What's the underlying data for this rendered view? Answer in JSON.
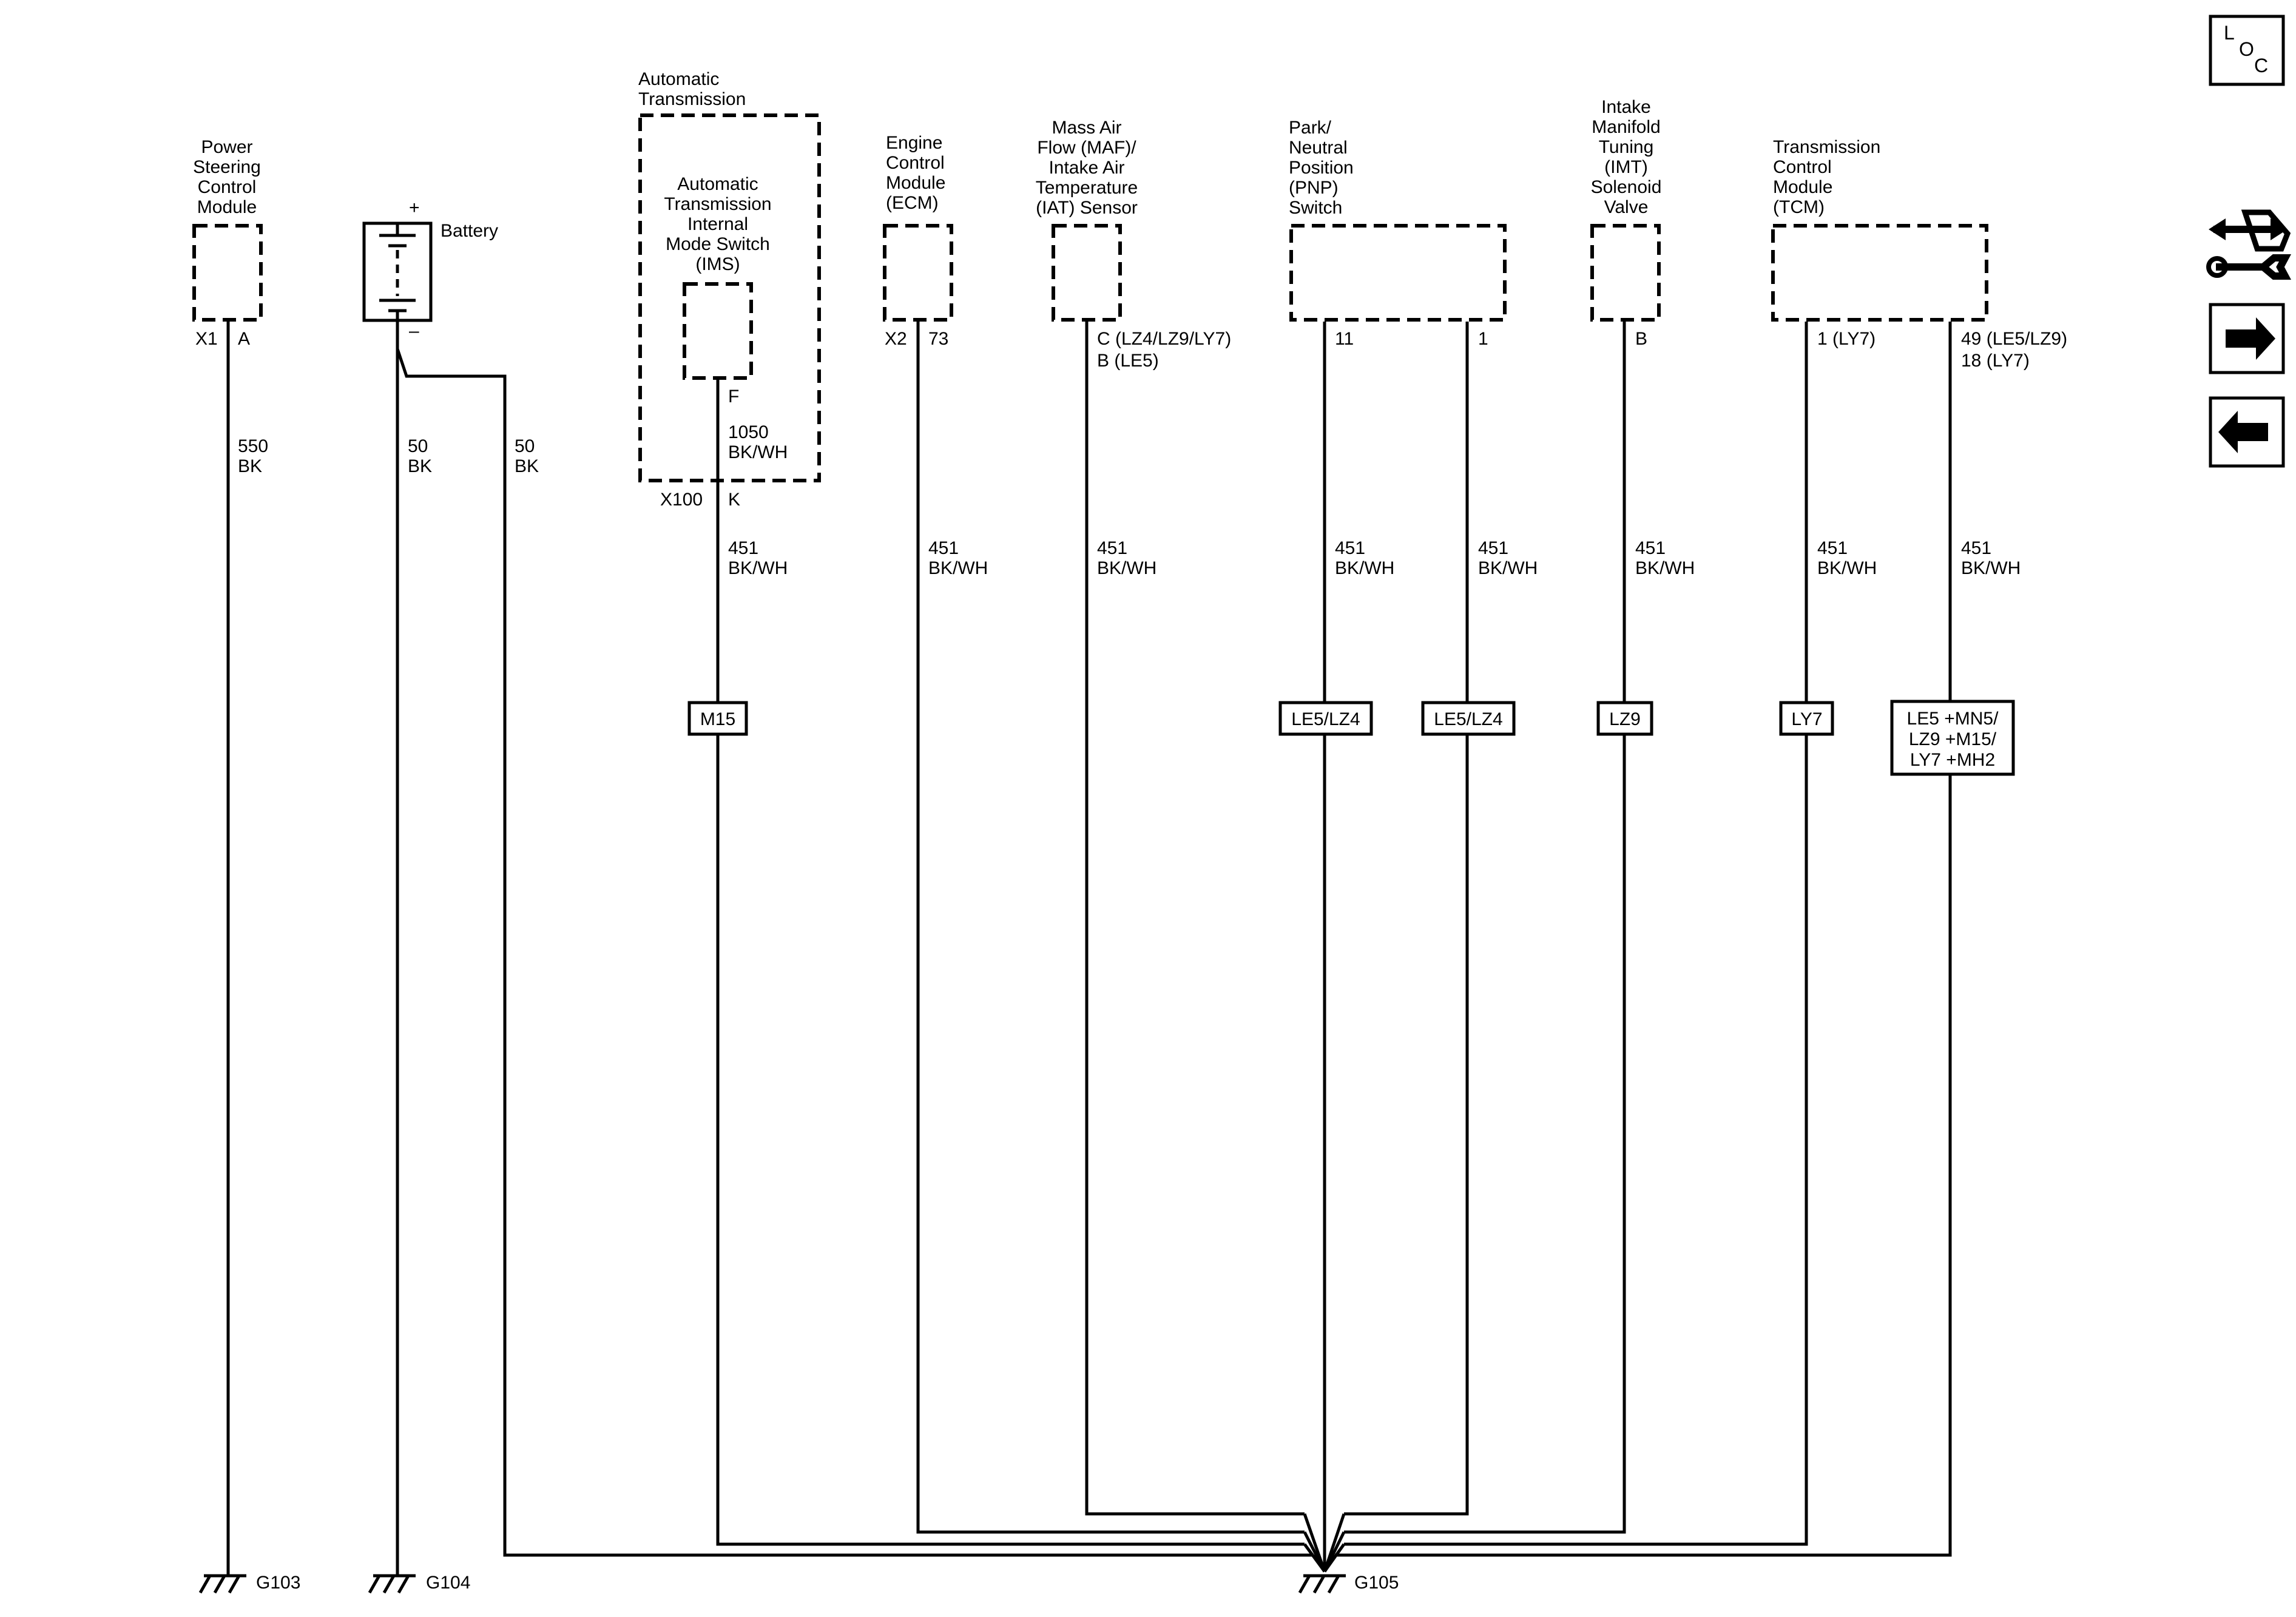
{
  "components": {
    "psc": {
      "name": [
        "Power",
        "Steering",
        "Control",
        "Module"
      ],
      "connector": "X1",
      "pin": "A",
      "wire": [
        "550",
        "BK"
      ]
    },
    "battery": {
      "name": "Battery",
      "plus": "+",
      "minus": "–",
      "wire1": [
        "50",
        "BK"
      ],
      "wire2": [
        "50",
        "BK"
      ]
    },
    "at": {
      "outer": [
        "Automatic",
        "Transmission"
      ],
      "inner": [
        "Automatic",
        "Transmission",
        "Internal",
        "Mode Switch",
        "(IMS)"
      ],
      "pin_f": "F",
      "inner_wire": [
        "1050",
        "BK/WH"
      ],
      "connector": "X100",
      "pin_k": "K",
      "wire": [
        "451",
        "BK/WH"
      ],
      "tag": [
        "M15"
      ]
    },
    "ecm": {
      "name": [
        "Engine",
        "Control",
        "Module",
        "(ECM)"
      ],
      "connector": "X2",
      "pin": "73",
      "wire": [
        "451",
        "BK/WH"
      ]
    },
    "maf": {
      "name": [
        "Mass Air",
        "Flow (MAF)/",
        "Intake Air",
        "Temperature",
        "(IAT) Sensor"
      ],
      "pin": [
        "C (LZ4/LZ9/LY7)",
        "B (LE5)"
      ],
      "wire": [
        "451",
        "BK/WH"
      ]
    },
    "pnp": {
      "name": [
        "Park/",
        "Neutral",
        "Position",
        "(PNP)",
        "Switch"
      ],
      "pin1": "11",
      "pin2": "1",
      "wire1": [
        "451",
        "BK/WH"
      ],
      "wire2": [
        "451",
        "BK/WH"
      ],
      "tag1": [
        "LE5/LZ4"
      ],
      "tag2": [
        "LE5/LZ4"
      ]
    },
    "imt": {
      "name": [
        "Intake",
        "Manifold",
        "Tuning",
        "(IMT)",
        "Solenoid",
        "Valve"
      ],
      "pin": "B",
      "wire": [
        "451",
        "BK/WH"
      ],
      "tag": [
        "LZ9"
      ]
    },
    "tcm": {
      "name": [
        "Transmission",
        "Control",
        "Module",
        "(TCM)"
      ],
      "pin1": "1 (LY7)",
      "pin2": [
        "49 (LE5/LZ9)",
        "18 (LY7)"
      ],
      "wire1": [
        "451",
        "BK/WH"
      ],
      "wire2": [
        "451",
        "BK/WH"
      ],
      "tag1": [
        "LY7"
      ],
      "tag2": [
        "LE5 +MN5/",
        "LZ9 +M15/",
        "LY7 +MH2"
      ]
    }
  },
  "grounds": {
    "g103": "G103",
    "g104": "G104",
    "g105": "G105"
  },
  "nav": {
    "loc": [
      "L",
      "O",
      "C"
    ],
    "icons": [
      "connector-tools-icon",
      "arrow-right-icon",
      "arrow-left-icon"
    ]
  }
}
